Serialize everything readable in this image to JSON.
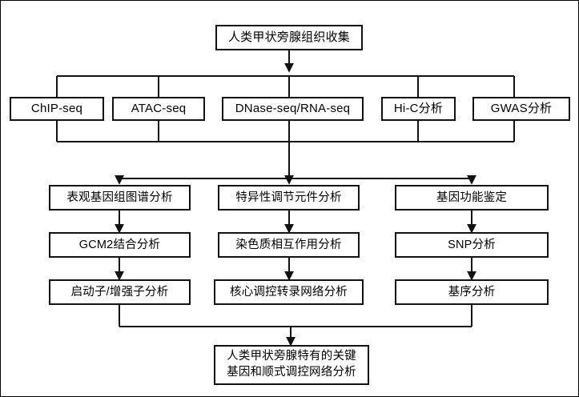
{
  "diagram": {
    "title_node": {
      "id": "collect",
      "label": "人类甲状旁腺组织收集"
    },
    "assay_row": [
      {
        "id": "chip-seq",
        "label": "ChIP-seq"
      },
      {
        "id": "atac-seq",
        "label": "ATAC-seq"
      },
      {
        "id": "dnase-rna-seq",
        "label": "DNase-seq/RNA-seq"
      },
      {
        "id": "hi-c",
        "label": "Hi-C分析"
      },
      {
        "id": "gwas",
        "label": "GWAS分析"
      }
    ],
    "analysis_columns": [
      {
        "id": "epigenome-column",
        "steps": [
          {
            "id": "epigenome-map",
            "label": "表观基因组图谱分析"
          },
          {
            "id": "gcm2-binding",
            "label": "GCM2结合分析"
          },
          {
            "id": "promoter-enhancer",
            "label": "启动子/增强子分析"
          }
        ]
      },
      {
        "id": "regulatory-element-column",
        "steps": [
          {
            "id": "specific-regulatory-element",
            "label": "特异性调节元件分析"
          },
          {
            "id": "chromatin-interaction",
            "label": "染色质相互作用分析"
          },
          {
            "id": "core-regulatory-network",
            "label": "核心调控转录网络分析"
          }
        ]
      },
      {
        "id": "gene-function-column",
        "steps": [
          {
            "id": "gene-function",
            "label": "基因功能鉴定"
          },
          {
            "id": "snp-analysis",
            "label": "SNP分析"
          },
          {
            "id": "sequence-analysis",
            "label": "基序分析"
          }
        ]
      }
    ],
    "result_node": {
      "id": "result",
      "label": "人类甲状旁腺特有的关键\n基因和顺式调控网络分析"
    },
    "style": {
      "line_color": "#121212",
      "box_border_color": "#121212",
      "background": "#ffffff",
      "text_color": "#000000"
    }
  }
}
